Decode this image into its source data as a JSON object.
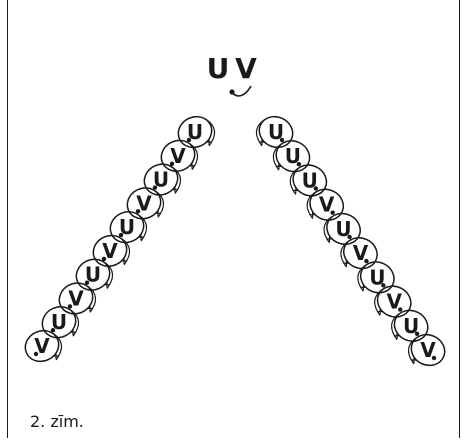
{
  "diagram": {
    "top_pair": {
      "left_letter": "U",
      "right_letter": "V"
    },
    "left_chain": [
      "V",
      "U",
      "V",
      "U",
      "V",
      "U",
      "V",
      "U",
      "V",
      "U"
    ],
    "right_chain": [
      "U",
      "U",
      "U",
      "V",
      "U",
      "V",
      "U",
      "V",
      "U",
      "V"
    ],
    "colors": {
      "ink": "#1a1a1a",
      "background": "#ffffff"
    }
  },
  "caption": "2. zīm."
}
